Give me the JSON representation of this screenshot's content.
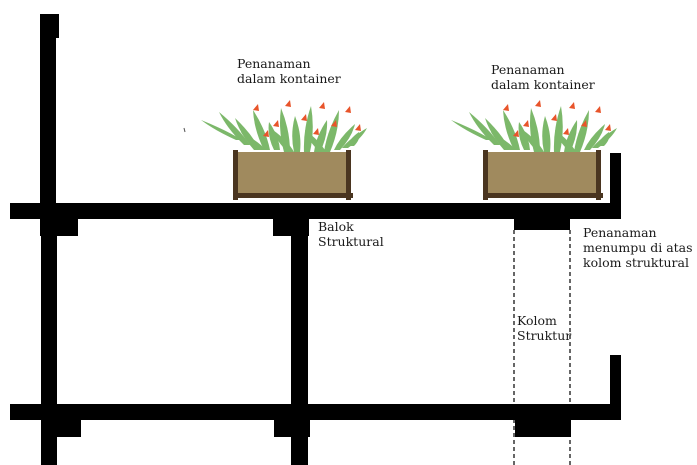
{
  "labels": {
    "planting_container_left": [
      "Penanaman",
      "dalam kontainer"
    ],
    "planting_container_right": [
      "Penanaman",
      "dalam kontainer"
    ],
    "structural_beam": [
      "Balok",
      "Struktural"
    ],
    "planting_on_column": [
      "Penanaman",
      "menumpu di atas",
      "kolom struktural"
    ],
    "structural_column": [
      "Kolom",
      "Struktur"
    ]
  },
  "colors": {
    "structure": "#000000",
    "planter_fill": "#a08a5e",
    "planter_frame": "#4a3520",
    "leaf": "#7cb86a",
    "flower": "#e8542a",
    "text": "#1a1a1a"
  },
  "icons": {
    "plant": "plant-icon",
    "flower": "flower-icon"
  }
}
